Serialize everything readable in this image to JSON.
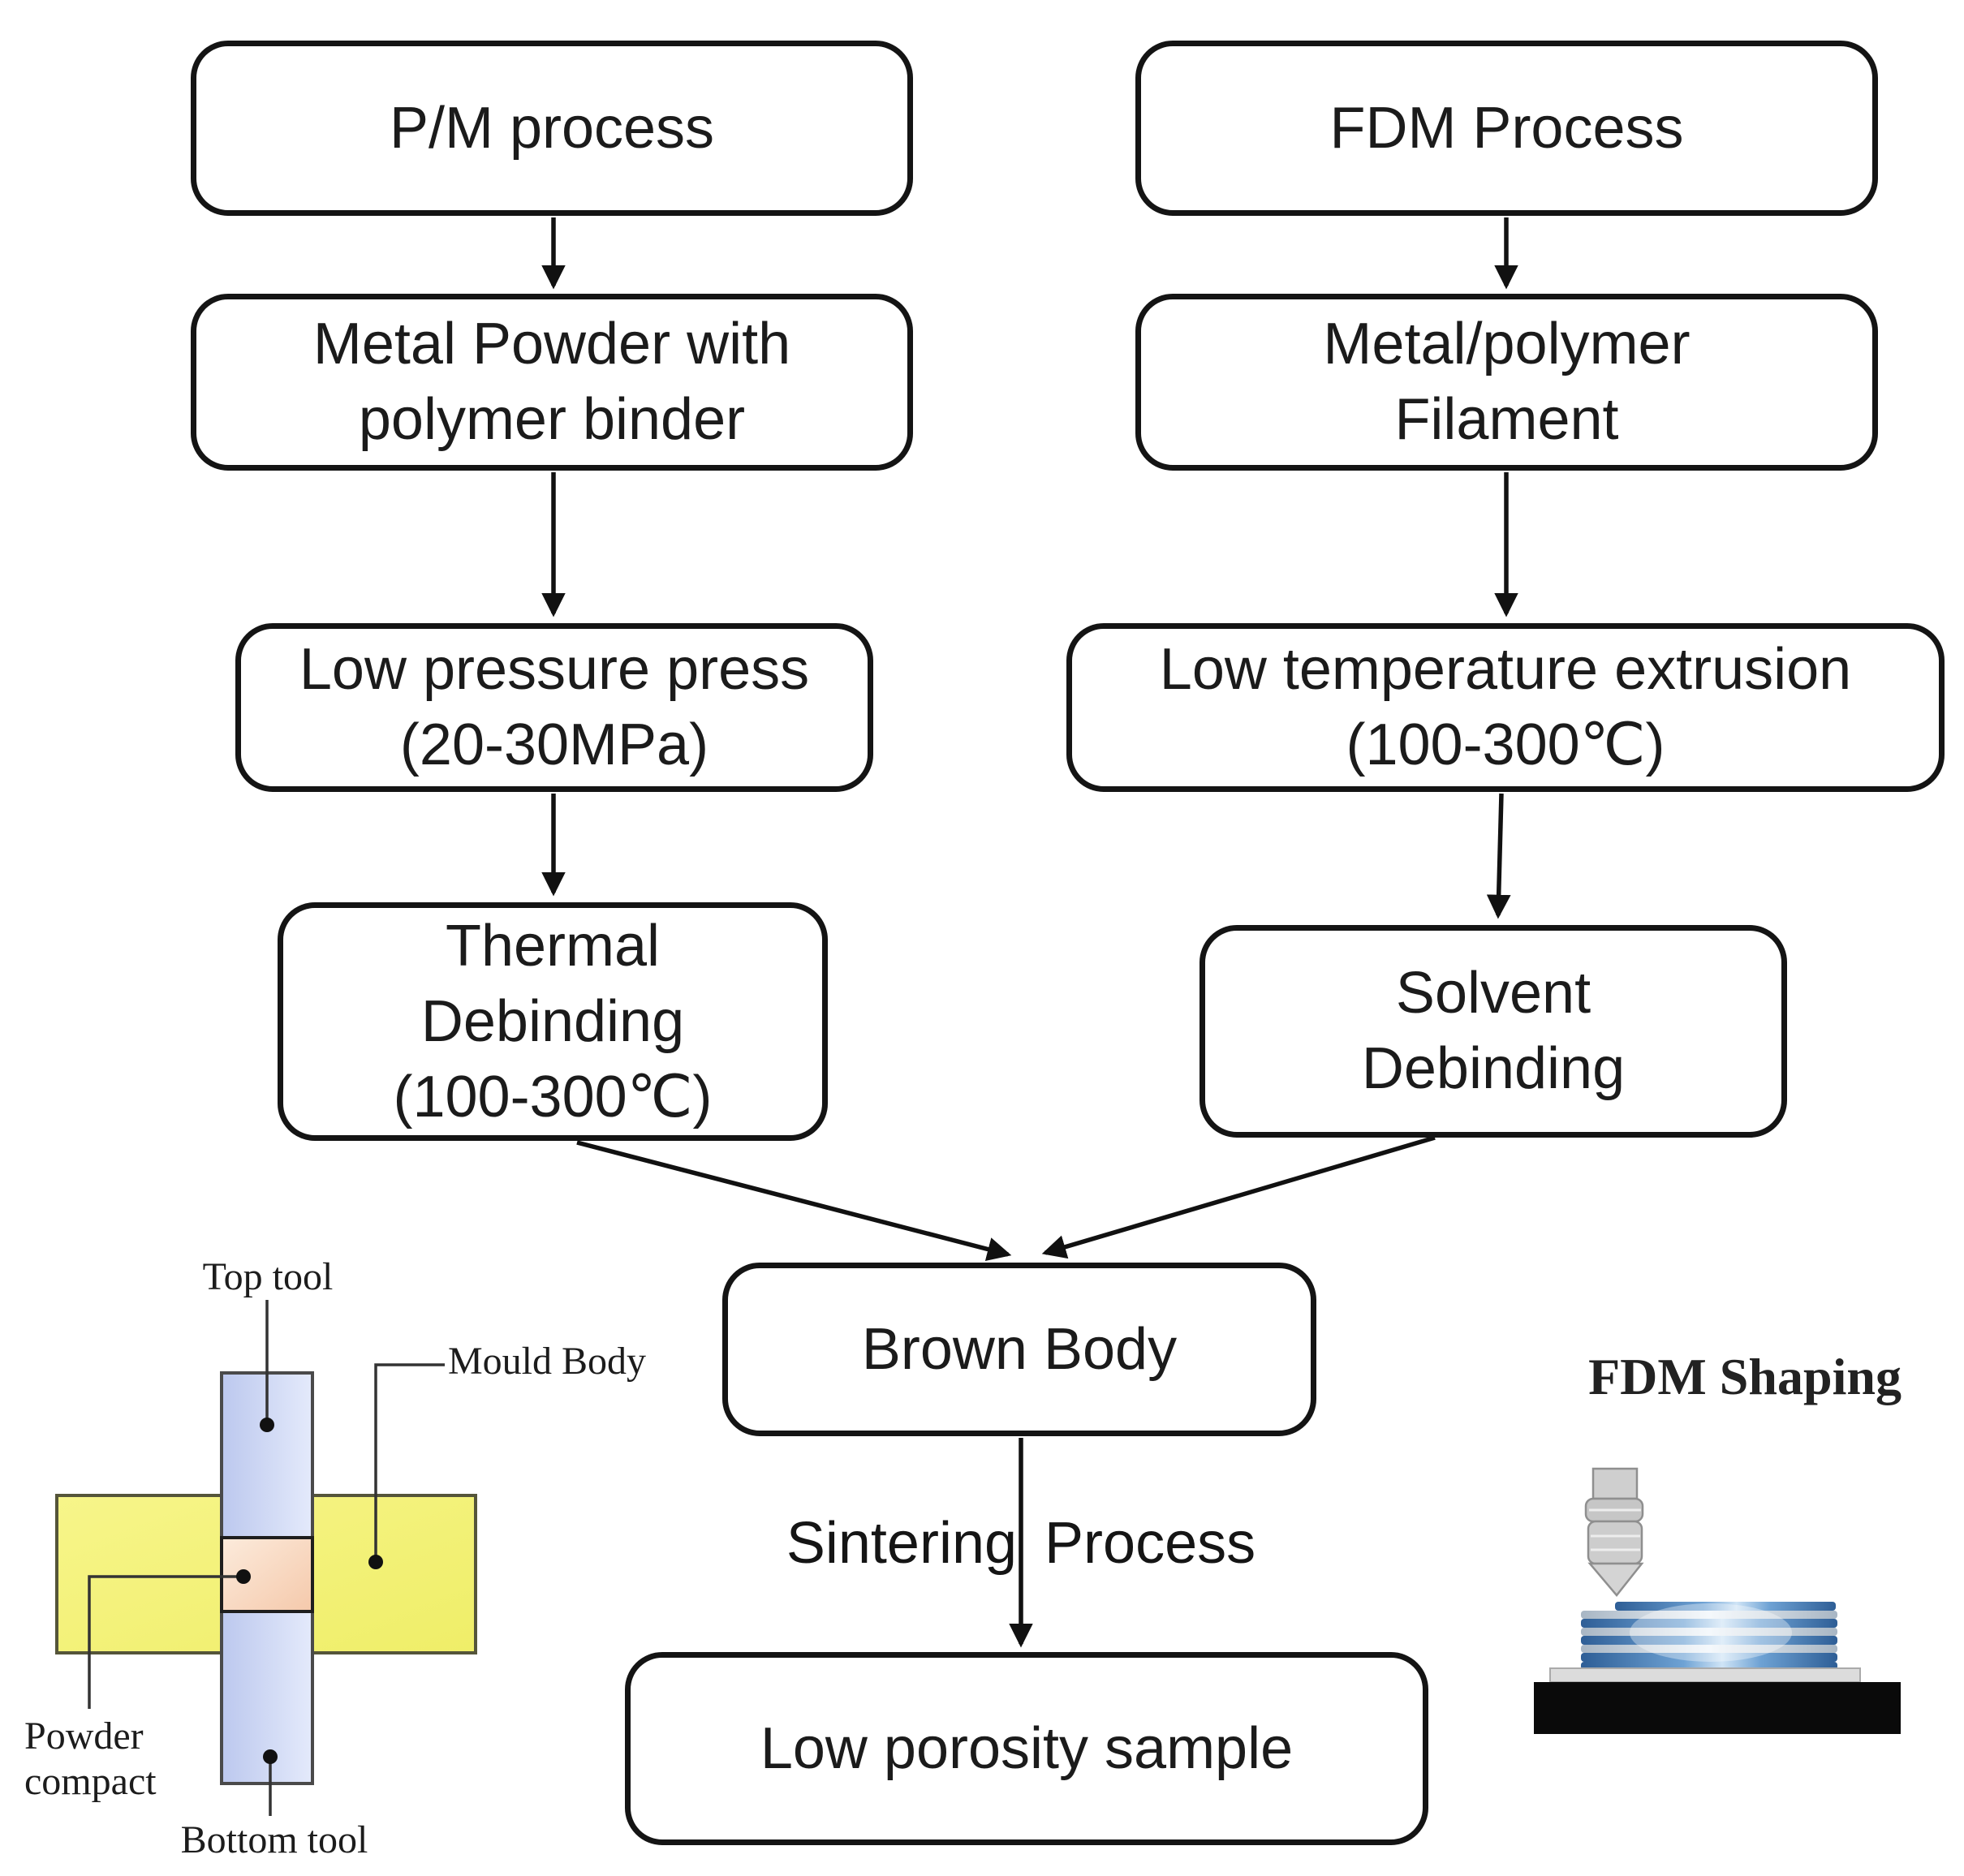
{
  "flowchart": {
    "boxes": {
      "pm_process": {
        "lines": [
          "P/M process"
        ]
      },
      "fdm_process": {
        "lines": [
          "FDM Process"
        ]
      },
      "metal_powder": {
        "lines": [
          "Metal Powder with",
          "polymer binder"
        ]
      },
      "metal_polymer_filament": {
        "lines": [
          "Metal/polymer",
          "Filament"
        ]
      },
      "low_pressure_press": {
        "lines": [
          "Low pressure press",
          "(20-30MPa)"
        ]
      },
      "low_temperature_extrusion": {
        "lines": [
          "Low temperature extrusion",
          "(100-300℃)"
        ]
      },
      "thermal_debinding": {
        "lines": [
          "Thermal",
          "Debinding",
          "(100-300℃)"
        ]
      },
      "solvent_debinding": {
        "lines": [
          "Solvent",
          "Debinding"
        ]
      },
      "brown_body": {
        "lines": [
          "Brown Body"
        ]
      },
      "low_porosity_sample": {
        "lines": [
          "Low porosity sample"
        ]
      }
    },
    "sintering_label": "Sintering Process",
    "arrow_color": "#111111"
  },
  "mould_inset": {
    "top_tool": "Top tool",
    "mould_body": "Mould Body",
    "powder_compact_line1": "Powder",
    "powder_compact_line2": "compact",
    "bottom_tool": "Bottom tool",
    "colors": {
      "tool_fill": "#c9d3f2",
      "mould_fill": "#f5f37c",
      "compact_fill": "#f8d9c3"
    }
  },
  "fdm_inset": {
    "title": "FDM Shaping",
    "colors": {
      "layer_blue": "#4a7db8",
      "layer_light": "#d9e6f2",
      "plate": "#dcdcdc",
      "platform": "#0a0a0a",
      "nozzle": "#cccccc"
    }
  }
}
